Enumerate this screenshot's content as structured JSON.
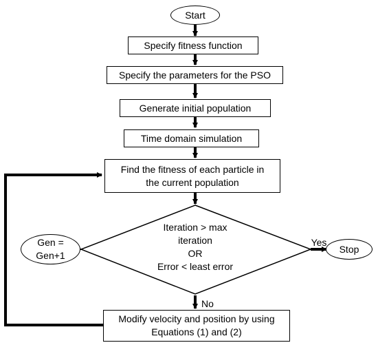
{
  "start": "Start",
  "steps": {
    "fitness": "Specify fitness function",
    "parameters": "Specify the parameters for the PSO",
    "population": "Generate initial population",
    "simulation": "Time domain simulation",
    "find_fitness_1": "Find the fitness of each particle in",
    "find_fitness_2": "the current population",
    "modify_1": "Modify velocity and position by using",
    "modify_2": "Equations (1) and (2)"
  },
  "decision": {
    "line1": "Iteration > max",
    "line2": "iteration",
    "line3": "OR",
    "line4": "Error < least error"
  },
  "gen": {
    "line1": "Gen =",
    "line2": "Gen+1"
  },
  "yes_label": "Yes",
  "no_label": "No",
  "stop": "Stop"
}
